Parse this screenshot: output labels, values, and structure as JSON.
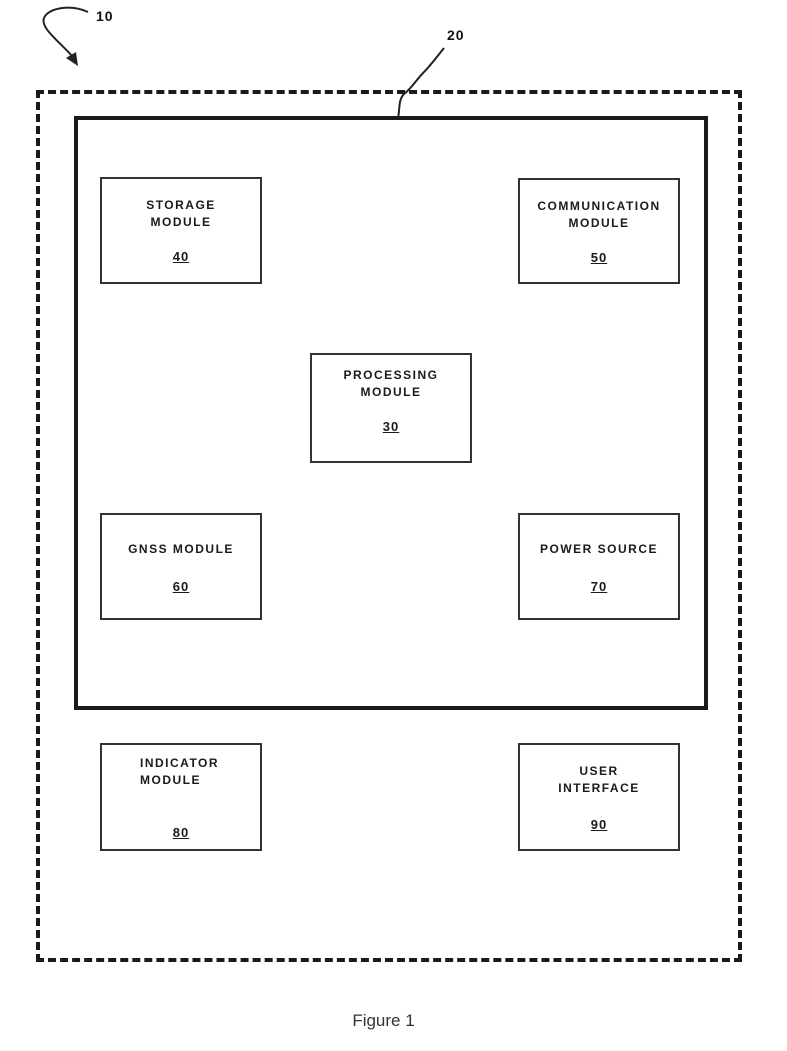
{
  "references": {
    "device": "10",
    "housing": "20"
  },
  "modules": {
    "storage": {
      "name": "STORAGE\nMODULE",
      "number": "40"
    },
    "communication": {
      "name": "COMMUNICATION\nMODULE",
      "number": "50"
    },
    "processing": {
      "name": "PROCESSING\nMODULE",
      "number": "30"
    },
    "gnss": {
      "name": "GNSS MODULE",
      "number": "60"
    },
    "power": {
      "name": "POWER SOURCE",
      "number": "70"
    },
    "indicator": {
      "name": "INDICATOR\nMODULE",
      "number": "80"
    },
    "user_interface": {
      "name": "USER\nINTERFACE",
      "number": "90"
    }
  },
  "caption": "Figure 1"
}
